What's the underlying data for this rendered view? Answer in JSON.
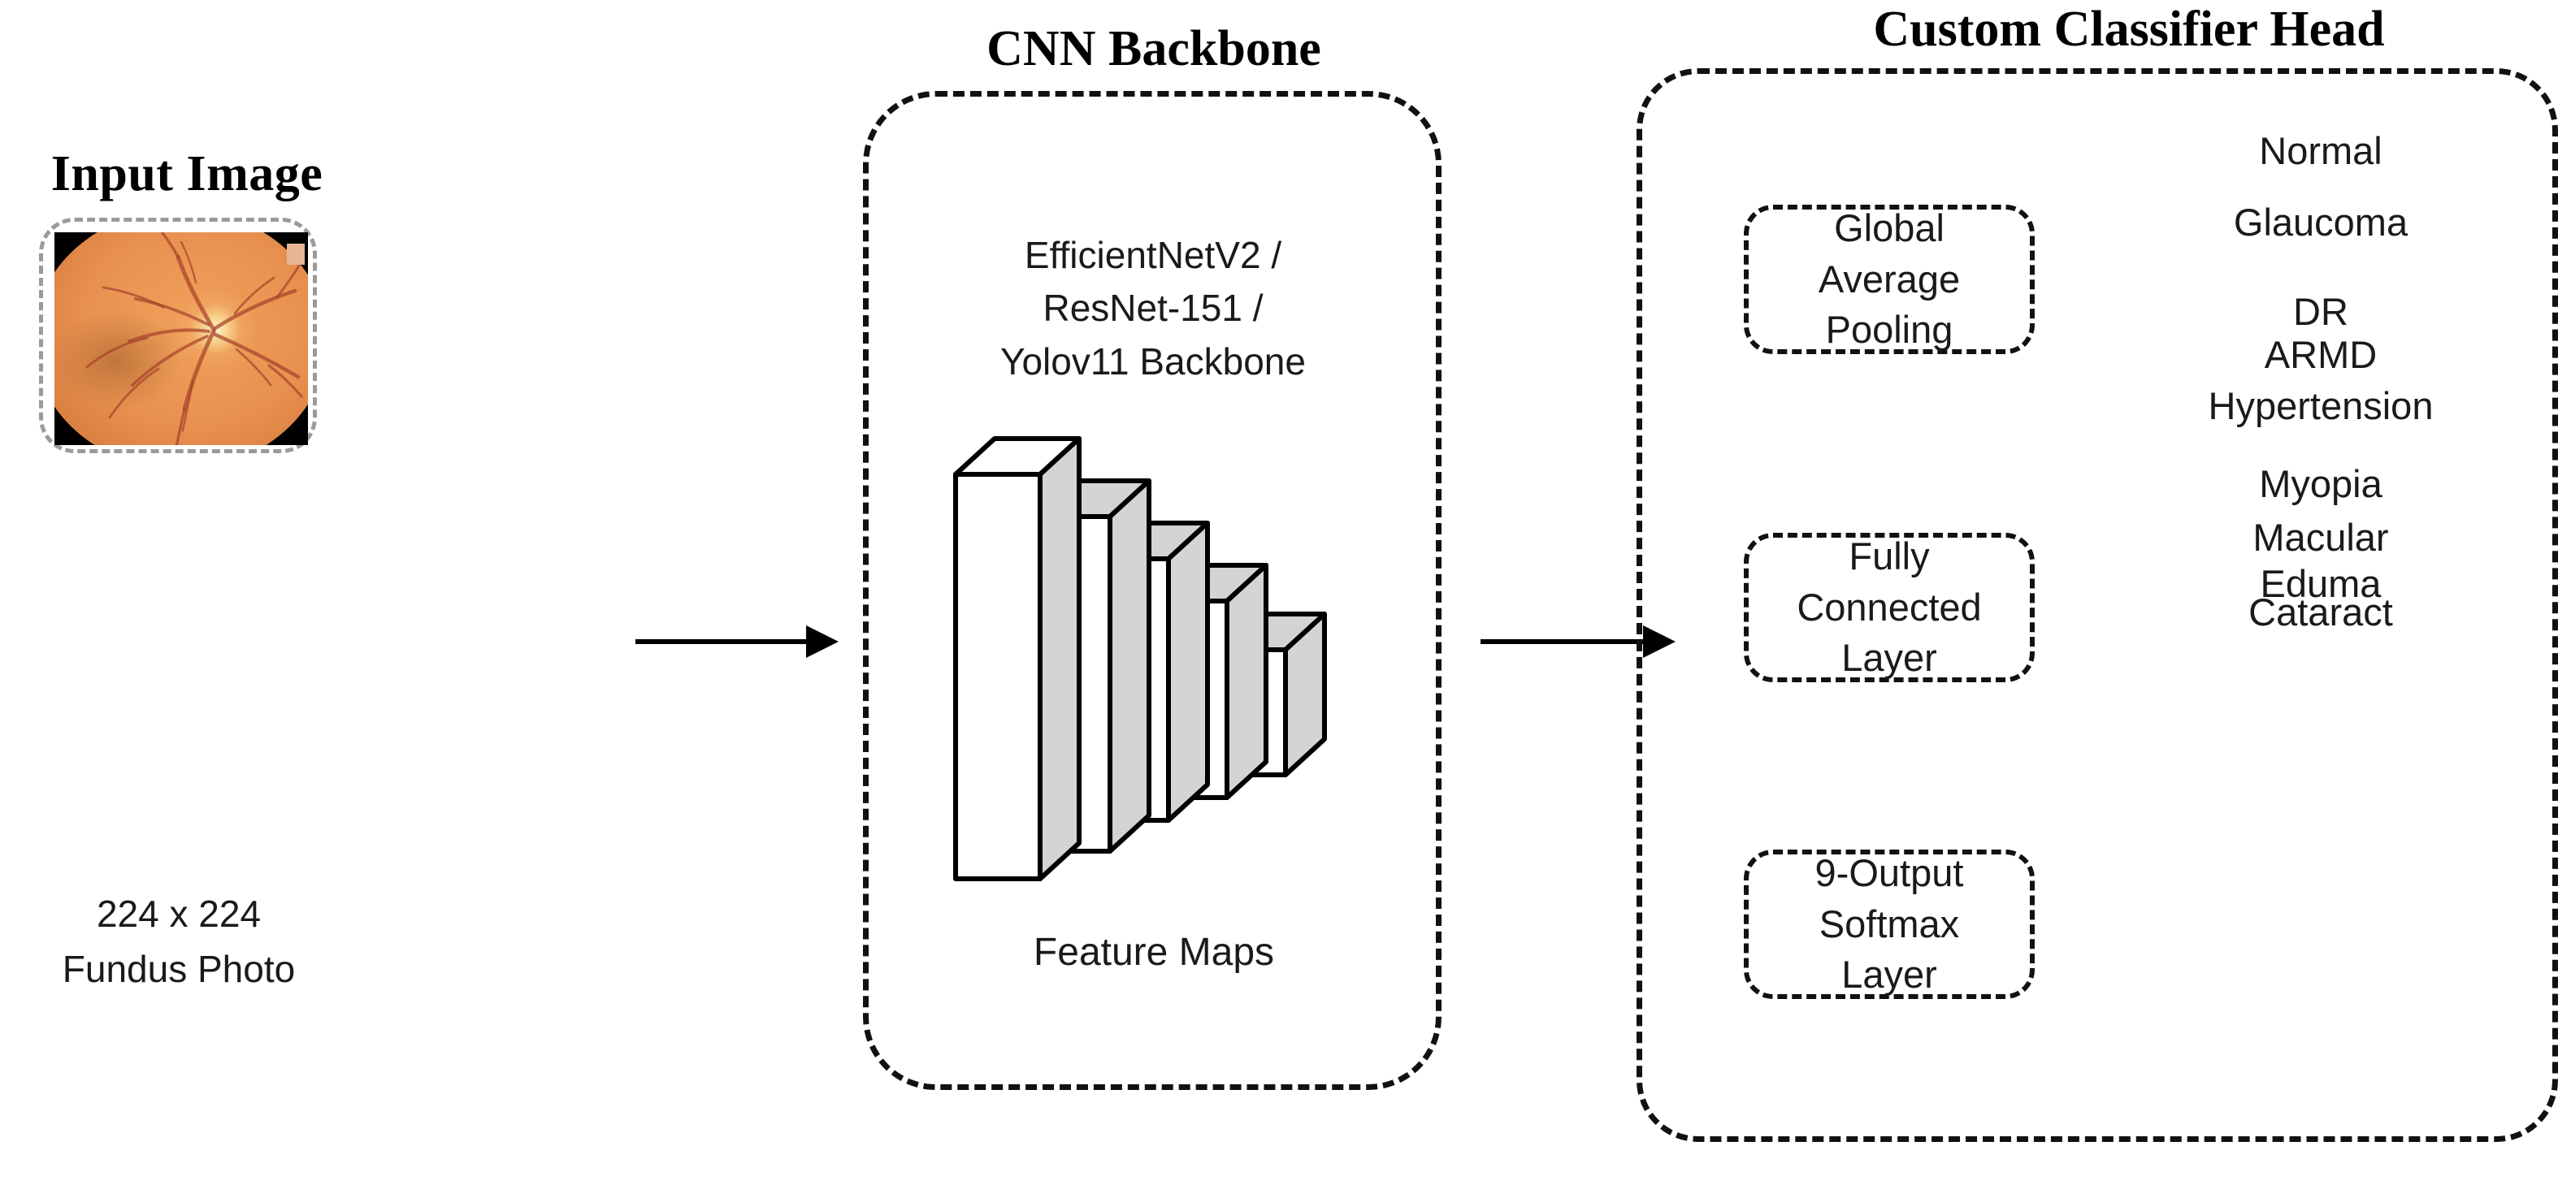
{
  "diagram": {
    "title": "CNN fundus classification pipeline",
    "colors": {
      "outline": "#111111",
      "input_outline": "#9a9a9a",
      "text": "#1a1a1a",
      "feature_map_face": "#ffffff",
      "feature_map_shade": "#d4d4d4",
      "fundus_retina": "#e89150",
      "fundus_background": "#000000"
    }
  },
  "input_section": {
    "title": "Input Image",
    "caption_line1": "224 x 224",
    "caption_line2": "Fundus Photo",
    "image_alt": "fundus-photo"
  },
  "arrows": {
    "input_to_backbone": "arrow-right",
    "backbone_to_head": "arrow-right"
  },
  "backbone_section": {
    "title": "CNN Backbone",
    "models_line1": "EfficientNetV2 /",
    "models_line2": "ResNet-151 /",
    "models_line3": "Yolov11 Backbone",
    "feature_maps_caption": "Feature Maps",
    "feature_map_count": 5
  },
  "classifier_section": {
    "title": "Custom Classifier Head",
    "stages": [
      {
        "line1": "Global",
        "line2": "Average",
        "line3": "Pooling"
      },
      {
        "line1": "Fully",
        "line2": "Connected",
        "line3": "Layer"
      },
      {
        "line1": "9-Output",
        "line2": "Softmax",
        "line3": "Layer"
      }
    ],
    "classes": [
      {
        "line1": "Normal",
        "line2": ""
      },
      {
        "line1": "Glaucoma",
        "line2": ""
      },
      {
        "line1": "DR",
        "line2": ""
      },
      {
        "line1": "ARMD",
        "line2": ""
      },
      {
        "line1": "Hypertension",
        "line2": ""
      },
      {
        "line1": "Myopia",
        "line2": ""
      },
      {
        "line1": "Macular",
        "line2": "Eduma"
      },
      {
        "line1": "Cataract",
        "line2": ""
      }
    ]
  }
}
